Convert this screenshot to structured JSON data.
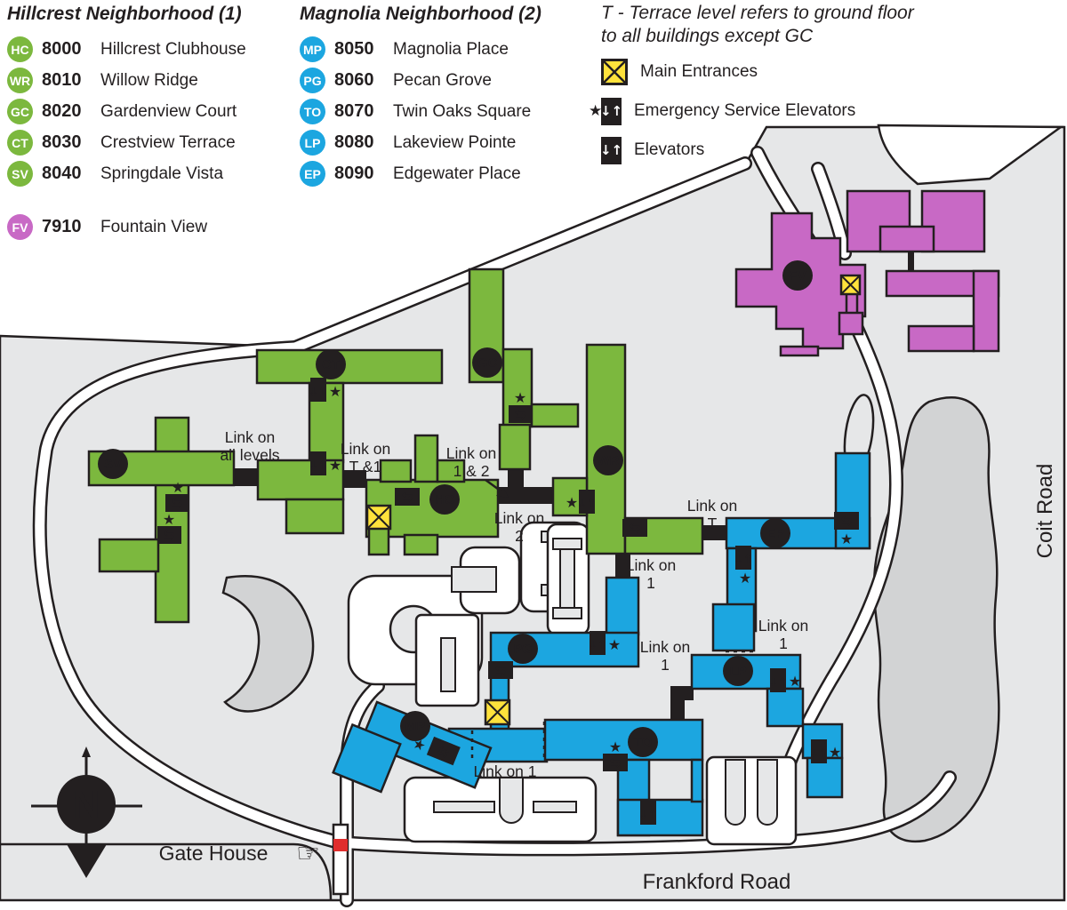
{
  "legend_hillcrest": {
    "title": "Hillcrest Neighborhood (1)",
    "items": [
      {
        "code": "HC",
        "number": "8000",
        "name": "Hillcrest Clubhouse"
      },
      {
        "code": "WR",
        "number": "8010",
        "name": "Willow Ridge"
      },
      {
        "code": "GC",
        "number": "8020",
        "name": "Gardenview Court"
      },
      {
        "code": "CT",
        "number": "8030",
        "name": "Crestview Terrace"
      },
      {
        "code": "SV",
        "number": "8040",
        "name": "Springdale Vista"
      }
    ],
    "extra": {
      "code": "FV",
      "number": "7910",
      "name": "Fountain View"
    }
  },
  "legend_magnolia": {
    "title": "Magnolia Neighborhood (2)",
    "items": [
      {
        "code": "MP",
        "number": "8050",
        "name": "Magnolia Place"
      },
      {
        "code": "PG",
        "number": "8060",
        "name": "Pecan Grove"
      },
      {
        "code": "TO",
        "number": "8070",
        "name": "Twin Oaks Square"
      },
      {
        "code": "LP",
        "number": "8080",
        "name": "Lakeview Pointe"
      },
      {
        "code": "EP",
        "number": "8090",
        "name": "Edgewater Place"
      }
    ]
  },
  "legend_symbols": {
    "note_line1": "T - Terrace level refers to ground floor",
    "note_line2": "to all buildings except GC",
    "main_entrances": "Main Entrances",
    "emergency_elevators": "Emergency Service Elevators",
    "elevators": "Elevators"
  },
  "map": {
    "roads": {
      "coit": "Coit Road",
      "frankford": "Frankford Road"
    },
    "gate_house": "Gate House",
    "compass": "N",
    "links": {
      "all_levels": [
        "Link on",
        "all levels"
      ],
      "t_and_1": [
        "Link on",
        "T &1"
      ],
      "one_and_two": [
        "Link on",
        "1 & 2"
      ],
      "two": [
        "Link on",
        "2"
      ],
      "t": [
        "Link on",
        "T"
      ],
      "one": [
        "Link on",
        "1"
      ],
      "one_inline": "Link on 1"
    }
  },
  "icons": {
    "arrows_v": "↓↑",
    "arrows_h": "⇆",
    "star": "★",
    "hand": "☞"
  },
  "colors": {
    "hillcrest_green": "#7CB83E",
    "magnolia_blue": "#1CA6E0",
    "fountain_purple": "#C869C5",
    "entrance_yellow": "#FFE23C",
    "campus_gray": "#E6E7E8",
    "pond_gray": "#D2D3D4",
    "ink": "#231F20",
    "gatehouse_red": "#E02D2D"
  }
}
